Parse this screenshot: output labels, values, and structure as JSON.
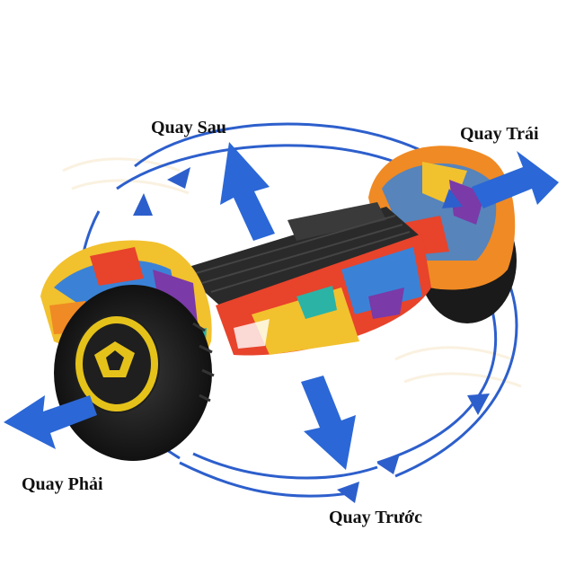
{
  "labels": {
    "rotate_back": "Quay Sau",
    "rotate_left": "Quay Trái",
    "rotate_right": "Quay Phải",
    "rotate_forward": "Quay Trước"
  },
  "colors": {
    "arrow": "#2b67d6",
    "ring": "#2d5fcc",
    "tire": "#1c1c1c",
    "rim": "#e5c21a",
    "deck": "#2a2a2a",
    "graffiti": [
      "#f2c12e",
      "#e8432b",
      "#3b82d6",
      "#7a3aa8",
      "#f08a24",
      "#2bb3a6",
      "#ffffff"
    ]
  },
  "icons": {
    "arrows": "block-arrow-icon",
    "ring_arrows": "curved-arrow-icon",
    "hoverboard": "hoverboard-icon"
  }
}
